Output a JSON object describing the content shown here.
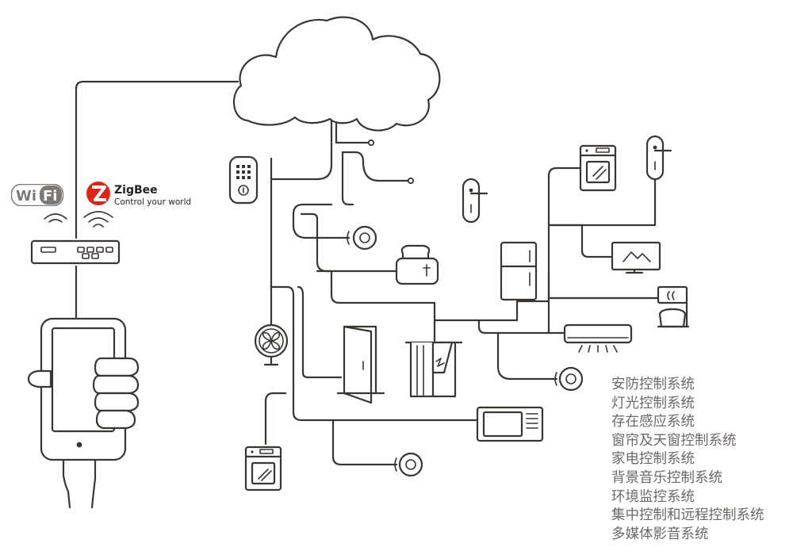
{
  "logos": {
    "wifi_text": "WiFi",
    "zigbee_name": "ZigBee",
    "zigbee_tagline": "Control your world"
  },
  "systems": [
    "安防控制系统",
    "灯光控制系统",
    "存在感应系统",
    "窗帘及天窗控制系统",
    "家电控制系统",
    "背景音乐控制系统",
    "环境监控系统",
    "集中控制和远程控制系统",
    "多媒体影音系统"
  ],
  "colors": {
    "line": "#3b3531",
    "text": "#6e6864",
    "zigbee_red": "#e2231a",
    "wifi_grey": "#7d7876"
  },
  "icons": [
    "cloud-icon",
    "router-icon",
    "smartphone-icon",
    "keypad-lock-icon",
    "door-lock-icon",
    "toaster-icon",
    "door-icon",
    "curtain-window-icon",
    "refrigerator-icon",
    "washing-machine-icon",
    "television-icon",
    "coffee-maker-icon",
    "air-conditioner-icon",
    "microwave-icon",
    "oven-icon",
    "fan-icon",
    "speaker-icon"
  ]
}
